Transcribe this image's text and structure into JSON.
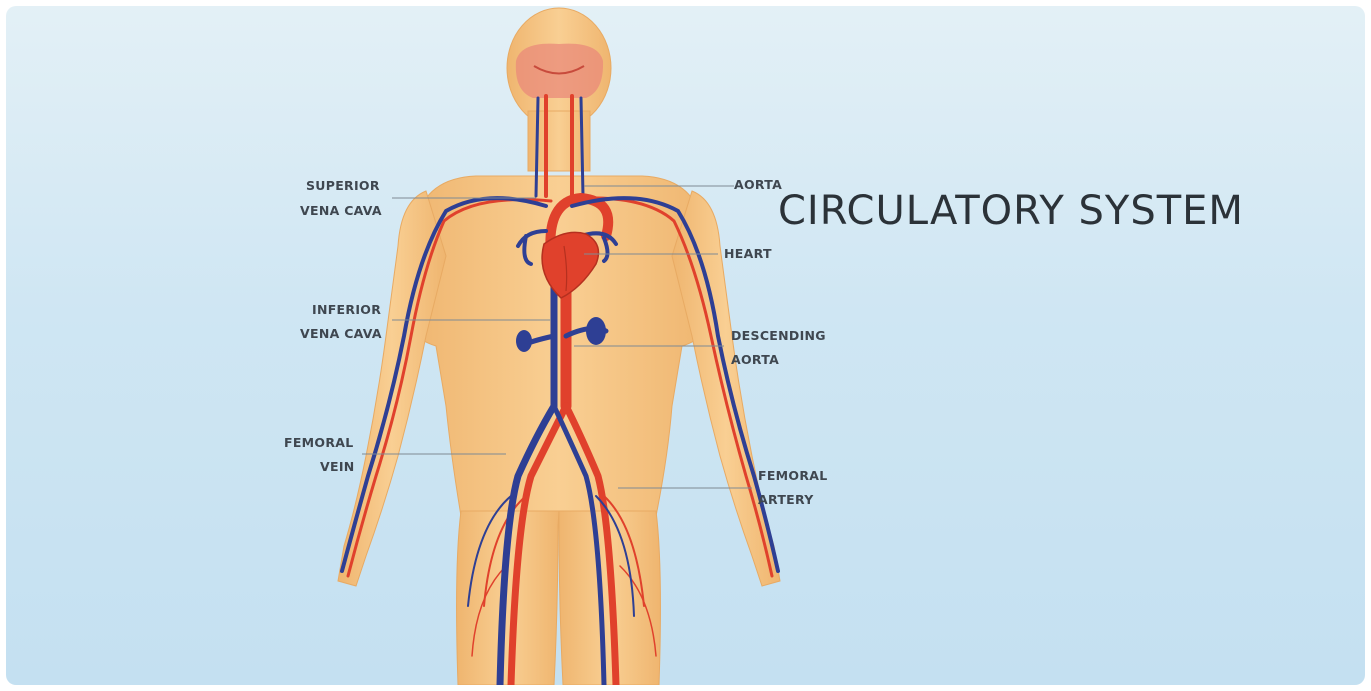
{
  "title": "CIRCULATORY SYSTEM",
  "labels": {
    "superior_vena_cava": [
      "SUPERIOR",
      "VENA CAVA"
    ],
    "aorta": [
      "AORTA"
    ],
    "heart": [
      "HEART"
    ],
    "inferior_vena_cava": [
      "INFERIOR",
      "VENA CAVA"
    ],
    "descending_aorta": [
      "DESCENDING",
      "AORTA"
    ],
    "femoral_vein": [
      "FEMORAL",
      "VEIN"
    ],
    "femoral_artery": [
      "FEMORAL",
      "ARTERY"
    ]
  },
  "colors": {
    "skin": "#f7c98a",
    "skin_shade": "#eeb571",
    "artery": "#e0412c",
    "vein": "#2e3f94",
    "background_top": "#e3f0f6",
    "background_bottom": "#c4e0f1",
    "label_text": "#3f4750"
  }
}
